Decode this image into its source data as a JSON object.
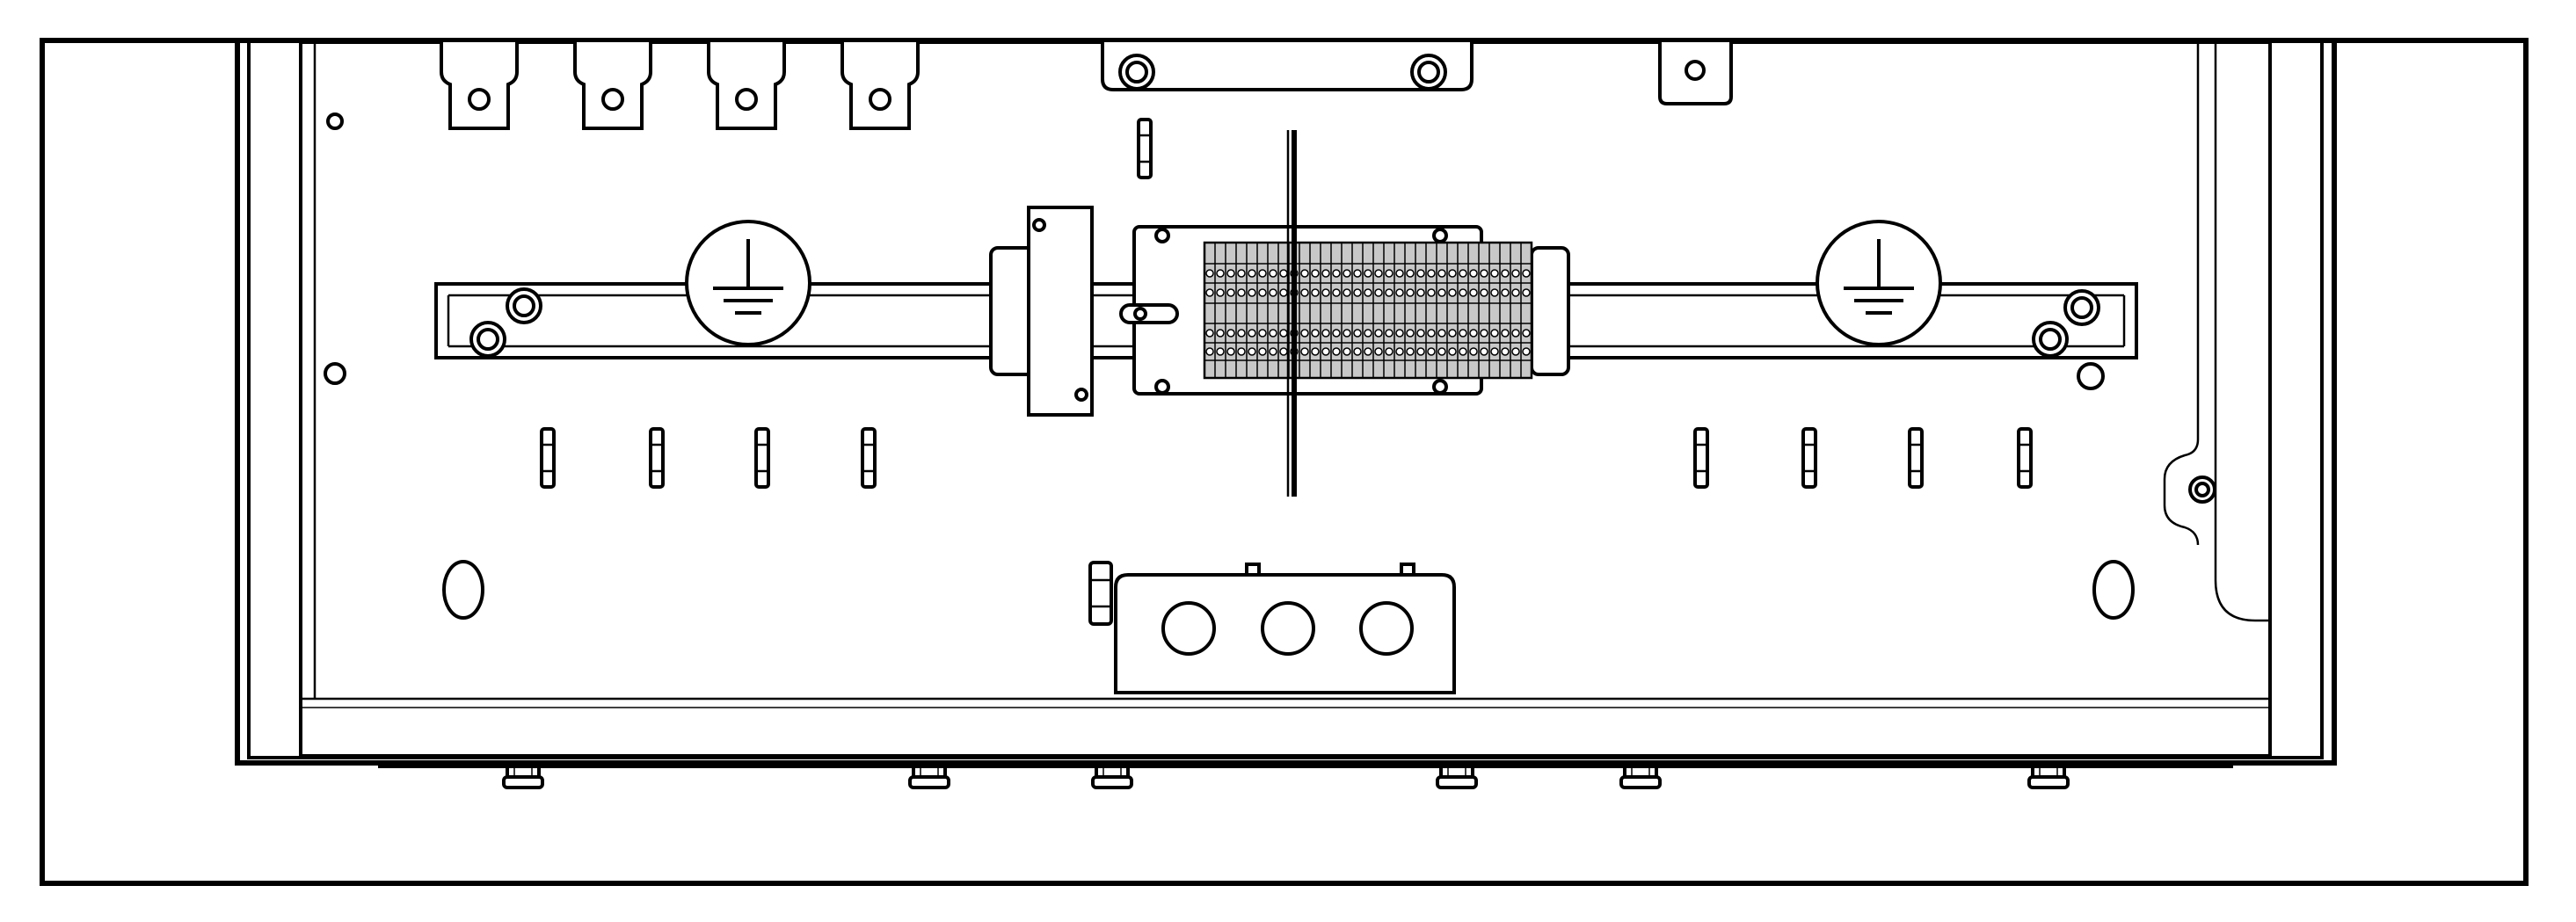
{
  "colors": {
    "line": "#000000",
    "background": "#ffffff",
    "terminal_fill": "#c8c8c8"
  },
  "icons": {
    "ground": "protective-earth-ground-symbol",
    "knockout": "cable-knockout-hole",
    "bolt": "hex-bolt-with-washer",
    "terminal": "din-rail-terminal-block"
  }
}
